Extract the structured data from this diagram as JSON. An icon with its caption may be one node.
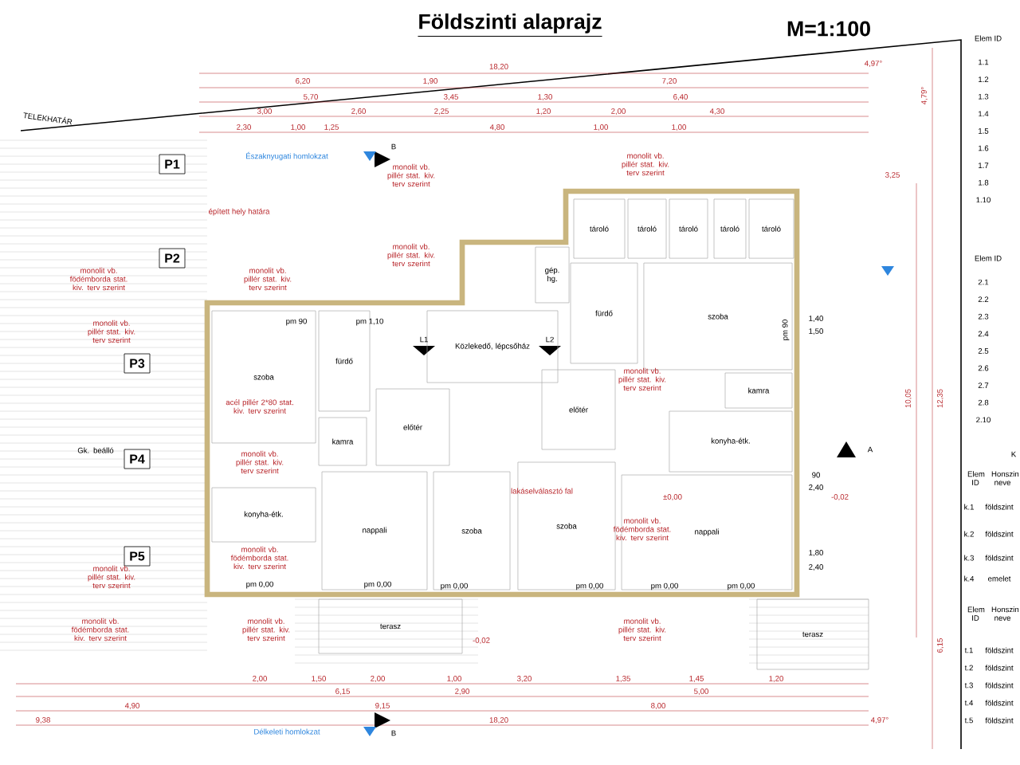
{
  "diagram": {
    "title": "Földszinti alaprajz",
    "nodes": [
      {
        "text": [
          "P1"
        ]
      },
      {
        "text": [
          "P2"
        ]
      },
      {
        "text": [
          "P3"
        ]
      },
      {
        "text": [
          "P4"
        ]
      },
      {
        "text": [
          "P5"
        ]
      },
      {
        "text": [
          "Gk. beálló"
        ]
      },
      {
        "text": [
          "szoba"
        ]
      },
      {
        "text": [
          "fürdő"
        ]
      },
      {
        "text": [
          "előtér"
        ]
      },
      {
        "text": [
          "kamra"
        ]
      },
      {
        "text": [
          "konyha-étk."
        ]
      },
      {
        "text": [
          "nappali"
        ]
      },
      {
        "text": [
          "Közlekedő, lépcsőház"
        ]
      },
      {
        "text": [
          "gép. hg."
        ]
      },
      {
        "text": [
          "tároló"
        ]
      },
      {
        "text": [
          "tároló"
        ]
      },
      {
        "text": [
          "tároló"
        ]
      },
      {
        "text": [
          "tároló"
        ]
      },
      {
        "text": [
          "tároló"
        ]
      },
      {
        "text": [
          "fürdő"
        ]
      },
      {
        "text": [
          "szoba"
        ]
      },
      {
        "text": [
          "előtér"
        ]
      },
      {
        "text": [
          "kamra"
        ]
      },
      {
        "text": [
          "konyha-étk."
        ]
      },
      {
        "text": [
          "szoba"
        ]
      },
      {
        "text": [
          "szoba"
        ]
      },
      {
        "text": [
          "nappali"
        ]
      },
      {
        "text": [
          "terasz"
        ]
      },
      {
        "text": [
          "terasz"
        ]
      }
    ],
    "labels": [
      "M=1:100",
      "TELEKHATÁR",
      "Északnyugati homlokzat",
      "Délkeleti homlokzat",
      "B",
      "B",
      "A",
      "L1",
      "L2",
      "18,20",
      "6,20",
      "1,90",
      "7,20",
      "5,70",
      "3,45",
      "1,30",
      "6,40",
      "4,97°",
      "3,00",
      "2,60",
      "2,25",
      "1,20",
      "2,00",
      "4,30",
      "2,30",
      "1,00",
      "1,25",
      "4,80",
      "1,00",
      "1,00",
      "2,00",
      "1,50",
      "2,00",
      "1,00",
      "3,20",
      "1,35",
      "1,45",
      "1,20",
      "6,15",
      "2,90",
      "5,00",
      "4,90",
      "9,15",
      "8,00",
      "9,38",
      "18,20",
      "4,97°",
      "4,79°",
      "3,25",
      "10,05",
      "12,35",
      "6,15",
      "épített hely határa",
      "monolit vb. pillér stat. kiv. terv szerint",
      "monolit vb. pillér stat. kiv. terv szerint",
      "monolit vb. födémborda stat. kiv. terv szerint",
      "monolit vb. pillér stat. kiv. terv szerint",
      "monolit vb. pillér stat. kiv. terv szerint",
      "monolit vb. pillér stat. kiv. terv szerint",
      "acél pillér 2*80 stat. kiv. terv szerint",
      "monolit vb. pillér stat. kiv. terv szerint",
      "monolit vb. födémborda stat. kiv. terv szerint",
      "monolit vb. pillér stat. kiv. terv szerint",
      "monolit vb. födémborda stat. kiv. terv szerint",
      "monolit vb. pillér stat. kiv. terv szerint",
      "monolit vb. pillér stat. kiv. terv szerint",
      "monolit vb. födémborda stat. kiv. terv szerint",
      "monolit vb. pillér stat. kiv. terv szerint",
      "lakáselválasztó fal",
      "±0,00",
      "-0,02",
      "-0,02",
      "pm 90",
      "pm 1,10",
      "pm 90",
      "pm 0,00",
      "pm 0,00",
      "pm 0,00",
      "pm 0,00",
      "pm 0,00",
      "pm 0,00",
      "1,40",
      "1,50",
      "90",
      "2,40",
      "1,80",
      "2,40",
      "Elem ID",
      "1.1",
      "1.2",
      "1.3",
      "1.4",
      "1.5",
      "1.6",
      "1.7",
      "1.8",
      "1.10",
      "Elem ID",
      "2.1",
      "2.2",
      "2.3",
      "2.4",
      "2.5",
      "2.6",
      "2.7",
      "2.8",
      "2.10",
      "K",
      "Elem ID",
      "Honszin neve",
      "k.1",
      "földszint",
      "k.2",
      "földszint",
      "k.3",
      "földszint",
      "k.4",
      "emelet",
      "Elem ID",
      "Honszin neve",
      "t.1",
      "földszint",
      "t.2",
      "földszint",
      "t.3",
      "földszint",
      "t.4",
      "földszint",
      "t.5",
      "földszint"
    ]
  }
}
